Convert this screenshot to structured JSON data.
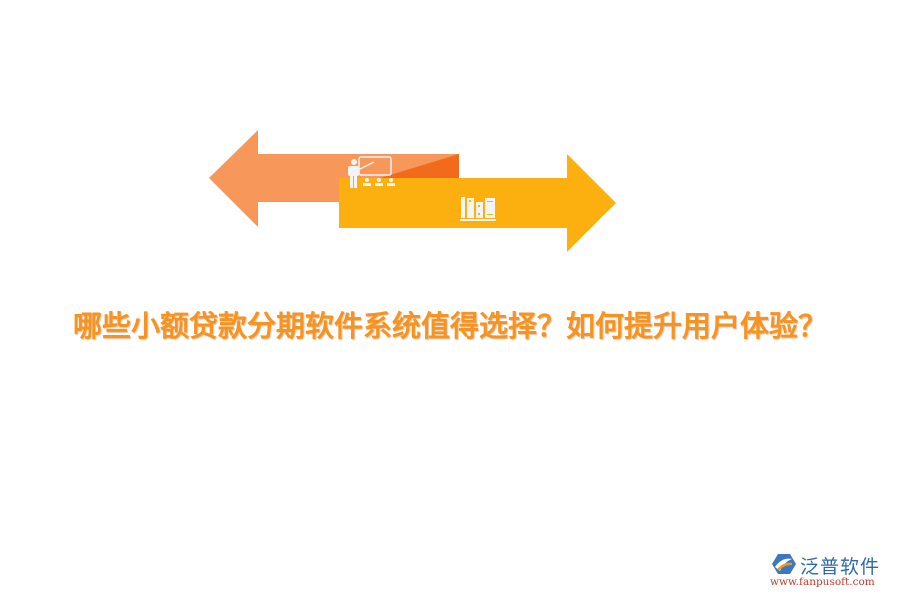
{
  "graphic": {
    "left_arrow_color": "#f7975a",
    "left_arrow_accent_color": "#f26b1d",
    "right_arrow_color": "#fbb00f",
    "left_icon": "teacher-presentation-icon",
    "right_icon": "books-on-shelf-icon"
  },
  "title": {
    "text": "哪些小额贷款分期软件系统值得选择？如何提升用户体验？",
    "color": "#f7931e"
  },
  "logo": {
    "name": "泛普软件",
    "url": "www.fanpusoft.com",
    "icon": "fanpu-logo-icon"
  }
}
